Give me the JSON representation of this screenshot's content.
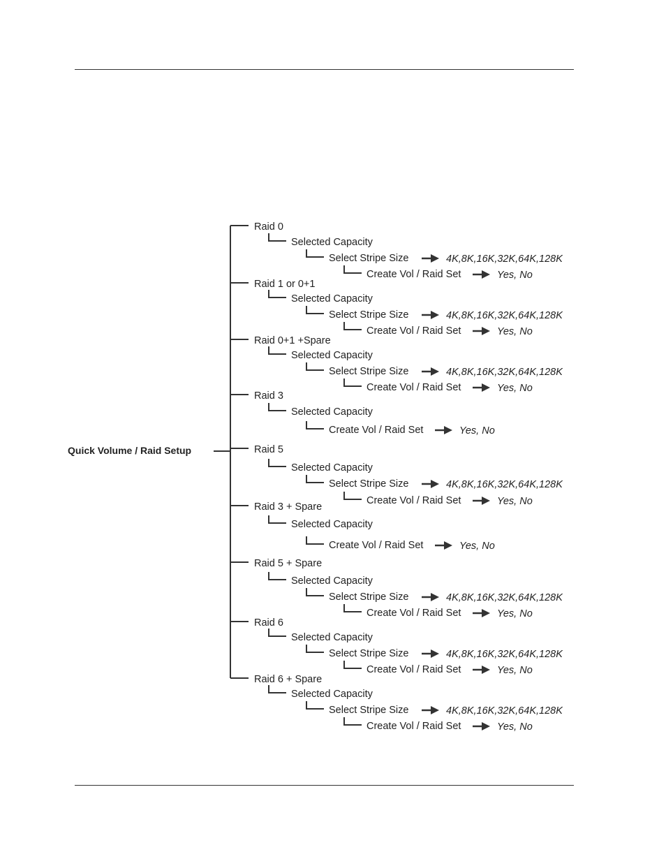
{
  "root_label": "Quick Volume / Raid Setup",
  "sections": [
    {
      "raid": "Raid 0",
      "capacity": "Selected Capacity",
      "stripe": "Select Stripe Size",
      "stripe_options": "4K,8K,16K,32K,64K,128K",
      "create": "Create Vol / Raid Set",
      "create_options": "Yes, No"
    },
    {
      "raid": "Raid 1 or 0+1",
      "capacity": "Selected Capacity",
      "stripe": "Select Stripe Size",
      "stripe_options": "4K,8K,16K,32K,64K,128K",
      "create": "Create Vol / Raid Set",
      "create_options": "Yes, No"
    },
    {
      "raid": "Raid 0+1 +Spare",
      "capacity": "Selected Capacity",
      "stripe": "Select Stripe Size",
      "stripe_options": "4K,8K,16K,32K,64K,128K",
      "create": "Create Vol / Raid Set",
      "create_options": "Yes, No"
    },
    {
      "raid": "Raid 3",
      "capacity": "Selected Capacity",
      "stripe": null,
      "stripe_options": null,
      "create": "Create Vol / Raid Set",
      "create_options": "Yes, No"
    },
    {
      "raid": "Raid 5",
      "capacity": "Selected Capacity",
      "stripe": "Select Stripe Size",
      "stripe_options": "4K,8K,16K,32K,64K,128K",
      "create": "Create Vol / Raid Set",
      "create_options": "Yes, No"
    },
    {
      "raid": "Raid 3 + Spare",
      "capacity": "Selected Capacity",
      "stripe": null,
      "stripe_options": null,
      "create": "Create Vol / Raid Set",
      "create_options": "Yes, No"
    },
    {
      "raid": "Raid 5 + Spare",
      "capacity": "Selected Capacity",
      "stripe": "Select Stripe Size",
      "stripe_options": "4K,8K,16K,32K,64K,128K",
      "create": "Create Vol / Raid Set",
      "create_options": "Yes, No"
    },
    {
      "raid": "Raid 6",
      "capacity": "Selected Capacity",
      "stripe": "Select Stripe Size",
      "stripe_options": "4K,8K,16K,32K,64K,128K",
      "create": "Create Vol / Raid Set",
      "create_options": "Yes, No"
    },
    {
      "raid": "Raid 6 + Spare",
      "capacity": "Selected Capacity",
      "stripe": "Select Stripe Size",
      "stripe_options": "4K,8K,16K,32K,64K,128K",
      "create": "Create Vol / Raid Set",
      "create_options": "Yes, No"
    }
  ]
}
